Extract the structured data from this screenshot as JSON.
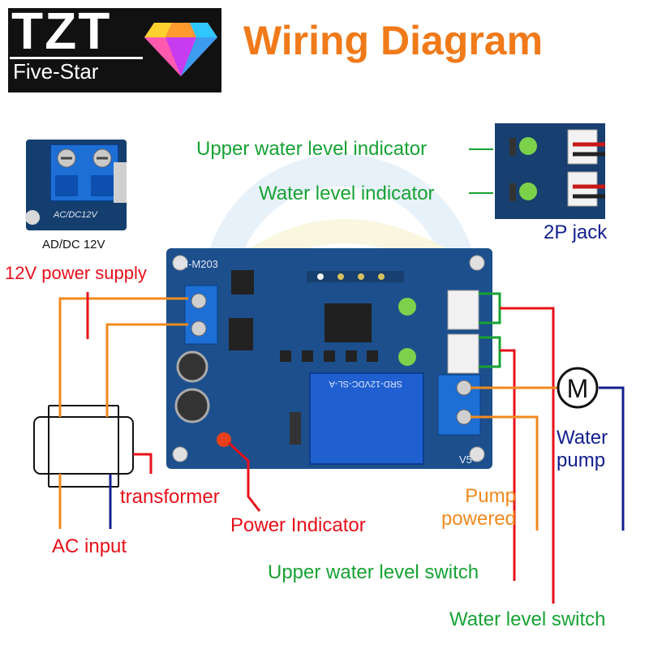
{
  "logo": {
    "brand": "TZT",
    "subtitle": "Five-Star"
  },
  "title": "Wiring Diagram",
  "labels": {
    "adapter_caption": "AD/DC 12V",
    "terminal_silk": "AC/DC12V",
    "board_model": "XH-M203",
    "board_version": "V5",
    "relay_text": "SRD-12VDC-SL-A",
    "power_supply": "12V power supply",
    "transformer": "transformer",
    "ac_input": "AC input",
    "power_indicator": "Power Indicator",
    "upper_indicator": "Upper water level indicator",
    "water_indicator": "Water level indicator",
    "jack": "2P jack",
    "water_pump": "Water pump",
    "motor_symbol": "M",
    "pump_powered": "Pump powered",
    "upper_switch": "Upper water level switch",
    "water_switch": "Water level switch"
  },
  "colors": {
    "red": "#e8101a",
    "green": "#17a234",
    "orange": "#f08a1e",
    "navy": "#13208e",
    "title_orange": "#f07a1a",
    "pcb_blue": "#1c4f8c",
    "terminal_blue": "#1d6fd6"
  }
}
